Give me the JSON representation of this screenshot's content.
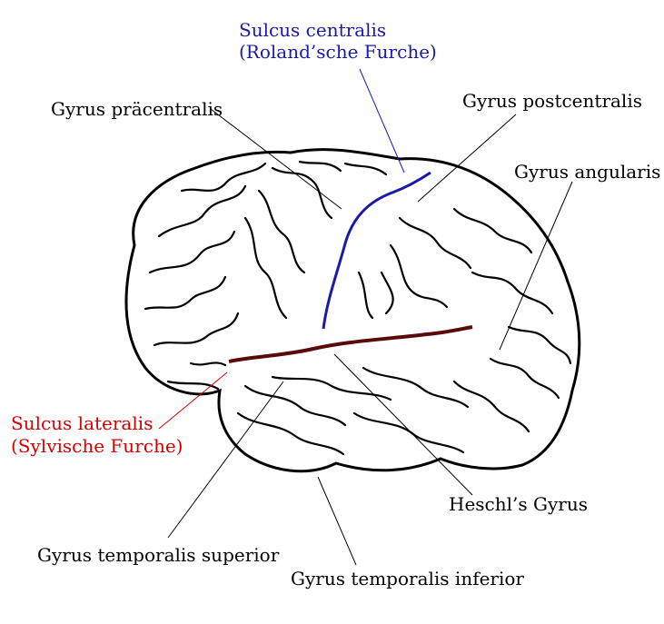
{
  "labels": {
    "sulcus_centralis": "Sulcus centralis",
    "sulcus_centralis_alt": "(Roland’sche Furche)",
    "gyrus_praecentralis": "Gyrus präcentralis",
    "gyrus_postcentralis": "Gyrus postcentralis",
    "gyrus_angularis": "Gyrus angularis",
    "sulcus_lateralis": "Sulcus lateralis",
    "sulcus_lateralis_alt": "(Sylvische Furche)",
    "heschl": "Heschl’s Gyrus",
    "gyrus_temporalis_superior": "Gyrus temporalis superior",
    "gyrus_temporalis_inferior": "Gyrus temporalis inferior"
  },
  "colors": {
    "sulcus_centralis": "#1a1aa8",
    "sulcus_lateralis": "#d40000",
    "default_text": "#000000",
    "lateral_fill": "#5a0a0a"
  }
}
